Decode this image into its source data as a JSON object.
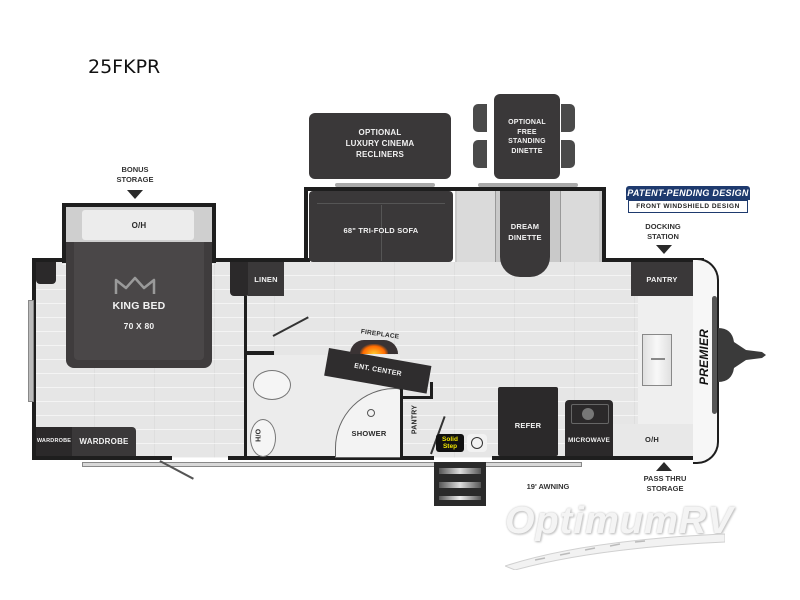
{
  "model": "25FKPR",
  "callouts": {
    "bonus_storage": "BONUS\nSTORAGE",
    "docking_station": "DOCKING\nSTATION",
    "pass_thru_storage": "PASS THRU\nSTORAGE",
    "awning": "19' AWNING"
  },
  "badge": {
    "line1": "PATENT-PENDING DESIGN",
    "line2": "FRONT WINDSHIELD DESIGN"
  },
  "rooms": {
    "bedroom": {
      "overhead": "O/H",
      "bed_label": "KING BED",
      "bed_size": "70 x 80",
      "wardrobe_small": "WARDROBE",
      "wardrobe": "WARDROBE",
      "linen": "LINEN"
    },
    "bathroom": {
      "overhead": "O/H",
      "shower": "SHOWER",
      "pantry": "PANTRY"
    },
    "living": {
      "sofa": "68\" TRI-FOLD SOFA",
      "dinette": "DREAM\nDINETTE",
      "optional_recliners": "OPTIONAL\nLUXURY CINEMA\nRECLINERS",
      "optional_dinette": "OPTIONAL\nFREE\nSTANDING\nDINETTE",
      "fireplace": "FIREPLACE",
      "ent_center": "ENT. CENTER"
    },
    "kitchen": {
      "pantry": "PANTRY",
      "refer": "REFER",
      "microwave": "MICROWAVE",
      "overhead": "O/H"
    }
  },
  "brand": {
    "front_cap": "PREMIER",
    "step_brand": "Solid Step",
    "watermark": "OptimumRV"
  },
  "colors": {
    "furniture_dark": "#3a3839",
    "wall": "#1e1e1e",
    "floor": "#e6e6e6",
    "badge_blue": "#1e3a6e",
    "solid_step_yellow": "#f2e600"
  }
}
